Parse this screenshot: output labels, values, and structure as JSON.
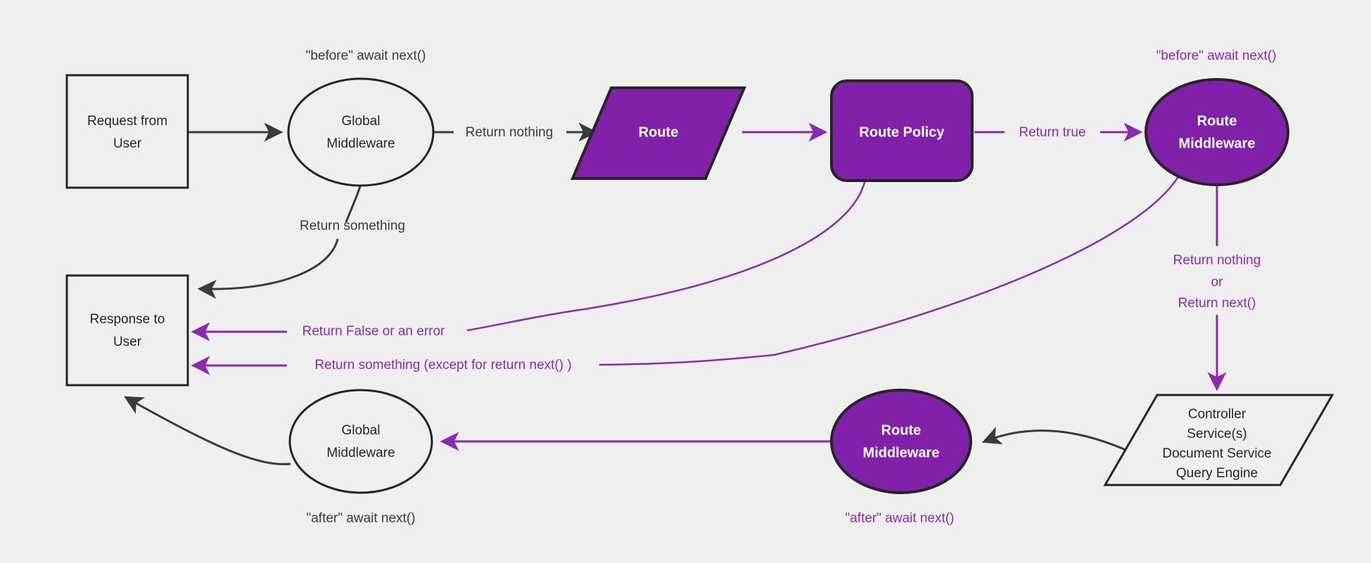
{
  "diagram": {
    "title": "Request lifecycle middleware flow",
    "background_color": "#efefef",
    "accent_purple": "#8120a8",
    "edge_purple": "#8a2ab0",
    "dark": "#262626"
  },
  "nodes": {
    "request_from_user": {
      "line1": "Request from",
      "line2": "User",
      "shape": "rectangle",
      "style": "plain"
    },
    "global_middleware_top": {
      "line1": "Global",
      "line2": "Middleware",
      "shape": "ellipse",
      "style": "plain"
    },
    "route": {
      "line1": "Route",
      "shape": "parallelogram",
      "style": "purple"
    },
    "route_policy": {
      "line1": "Route Policy",
      "shape": "rounded-rectangle",
      "style": "purple"
    },
    "route_middleware_top": {
      "line1": "Route",
      "line2": "Middleware",
      "shape": "ellipse",
      "style": "purple"
    },
    "controller_stack": {
      "line1": "Controller",
      "line2": "Service(s)",
      "line3": "Document Service",
      "line4": "Query Engine",
      "shape": "parallelogram",
      "style": "plain"
    },
    "route_middleware_bottom": {
      "line1": "Route",
      "line2": "Middleware",
      "shape": "ellipse",
      "style": "purple"
    },
    "global_middleware_bottom": {
      "line1": "Global",
      "line2": "Middleware",
      "shape": "ellipse",
      "style": "plain"
    },
    "response_to_user": {
      "line1": "Response to",
      "line2": "User",
      "shape": "rectangle",
      "style": "plain"
    }
  },
  "annotations": {
    "before_await_next_dark": "\"before\" await next()",
    "before_await_next_purple": "\"before\" await next()",
    "after_await_next_dark": "\"after\" await next()",
    "after_await_next_purple": "\"after\" await next()"
  },
  "edges": {
    "request_to_global": {
      "label": ""
    },
    "global_return_nothing": {
      "label": "Return nothing",
      "color": "dark"
    },
    "global_return_something": {
      "label": "Return something",
      "color": "dark"
    },
    "route_to_policy": {
      "label": "",
      "color": "purple"
    },
    "policy_return_true": {
      "label": "Return true",
      "color": "purple"
    },
    "policy_return_false": {
      "label": "Return False or an error",
      "color": "purple"
    },
    "middleware_return_something": {
      "label": "Return something (except for return next() )",
      "color": "purple"
    },
    "middleware_return_nothing_or_next": {
      "line1": "Return nothing",
      "line2": "or",
      "line3": "Return next()",
      "color": "purple"
    },
    "controller_to_route_middleware": {
      "label": "",
      "color": "dark"
    },
    "route_middleware_to_global": {
      "label": "",
      "color": "purple"
    },
    "global_bottom_to_response": {
      "label": "",
      "color": "dark"
    }
  }
}
